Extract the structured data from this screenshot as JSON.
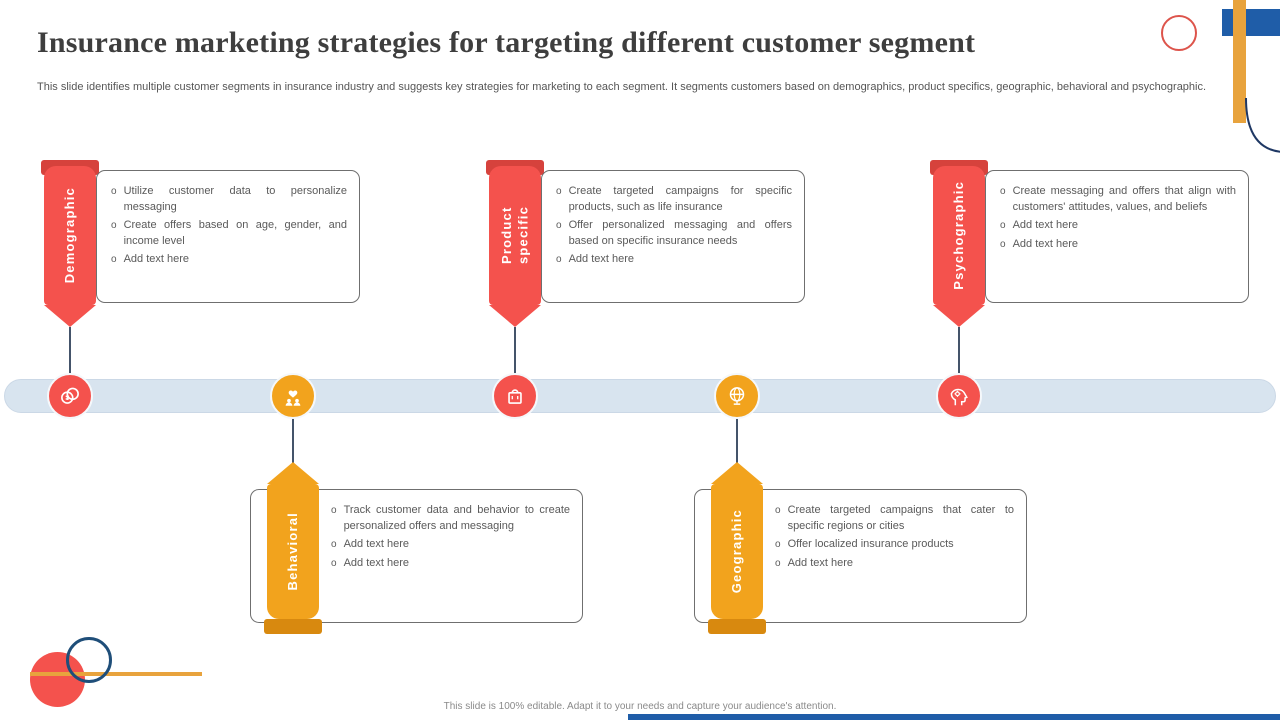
{
  "slide": {
    "title": "Insurance marketing strategies for targeting different customer segment",
    "subtitle": "This slide identifies multiple customer segments in insurance industry and suggests key strategies for marketing to each segment. It segments customers based on demographics, product specifics, geographic, behavioral and psychographic.",
    "footer": "This slide is 100% editable. Adapt it to your needs and capture your audience's attention."
  },
  "colors": {
    "red": "#F4524D",
    "orange": "#F2A31D",
    "blue": "#1F5DA8",
    "mustard": "#E8A33D",
    "timeline_band": "#D8E4EF",
    "text": "#5A5A5A"
  },
  "timeline": {
    "nodes": [
      {
        "icon": "coins-icon",
        "color": "#F4524D",
        "segment": "Demographic"
      },
      {
        "icon": "people-heart-icon",
        "color": "#F2A31D",
        "segment": "Behavioral"
      },
      {
        "icon": "product-icon",
        "color": "#F4524D",
        "segment": "Product specific"
      },
      {
        "icon": "globe-icon",
        "color": "#F2A31D",
        "segment": "Geographic"
      },
      {
        "icon": "head-gear-icon",
        "color": "#F4524D",
        "segment": "Psychographic"
      }
    ]
  },
  "segments": [
    {
      "label": "Demographic",
      "position": "top",
      "bullets": [
        "Utilize customer data to personalize messaging",
        "Create offers based on age, gender, and income level",
        "Add text here"
      ]
    },
    {
      "label": "Product\nspecific",
      "position": "top",
      "bullets": [
        "Create targeted campaigns for specific products, such as life insurance",
        "Offer personalized messaging and offers based on specific insurance needs",
        "Add text here"
      ]
    },
    {
      "label": "Psychographic",
      "position": "top",
      "bullets": [
        "Create messaging and offers that align with customers' attitudes, values, and beliefs",
        "Add text here",
        "Add text here"
      ]
    },
    {
      "label": "Behavioral",
      "position": "bottom",
      "bullets": [
        "Track customer data and behavior to create personalized offers and messaging",
        "Add text here",
        "Add text here"
      ]
    },
    {
      "label": "Geographic",
      "position": "bottom",
      "bullets": [
        "Create targeted campaigns that cater to specific regions or cities",
        "Offer localized insurance products",
        "Add text here"
      ]
    }
  ]
}
